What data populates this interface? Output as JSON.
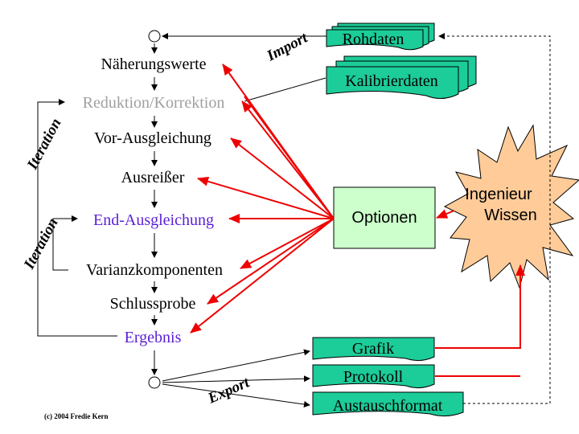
{
  "flow": {
    "steps": [
      {
        "id": "naeherungswerte",
        "label": "Näherungswerte",
        "color": "#000000"
      },
      {
        "id": "reduktion",
        "label": "Reduktion/Korrektion",
        "color": "#a0a0a0"
      },
      {
        "id": "vor-ausgleichung",
        "label": "Vor-Ausgleichung",
        "color": "#000000"
      },
      {
        "id": "ausreisser",
        "label": "Ausreißer",
        "color": "#000000"
      },
      {
        "id": "end-ausgleichung",
        "label": "End-Ausgleichung",
        "color": "#5a1fd6"
      },
      {
        "id": "varianzkomponenten",
        "label": "Varianzkomponenten",
        "color": "#000000"
      },
      {
        "id": "schlussprobe",
        "label": "Schlussprobe",
        "color": "#000000"
      },
      {
        "id": "ergebnis",
        "label": "Ergebnis",
        "color": "#5a1fd6"
      }
    ]
  },
  "labels": {
    "import": "Import",
    "export": "Export",
    "iteration_outer": "Iteration",
    "iteration_inner": "Iteration"
  },
  "inputs": {
    "rohdaten": "Rohdaten",
    "kalibrierdaten": "Kalibrierdaten"
  },
  "outputs": {
    "grafik": "Grafik",
    "protokoll": "Protokoll",
    "austauschformat": "Austauschformat"
  },
  "optionen": "Optionen",
  "ingenieur": {
    "line1": "Ingenieur",
    "line2": "Wissen"
  },
  "copyright": "(c) 2004 Fredie Kern",
  "colors": {
    "box_fill": "#1ccc99",
    "options_fill": "#ccffcc",
    "star_fill": "#ffcc99",
    "arrow_red": "#ee0000"
  }
}
